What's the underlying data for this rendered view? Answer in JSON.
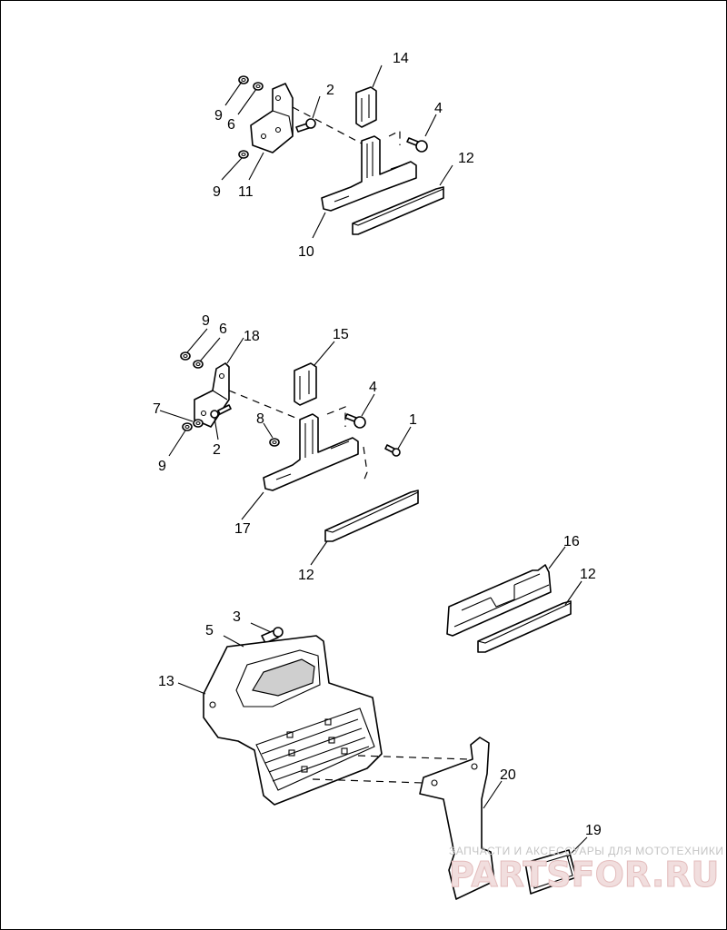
{
  "diagram": {
    "callouts": {
      "c1": "1",
      "c2a": "2",
      "c2b": "2",
      "c3": "3",
      "c4a": "4",
      "c4b": "4",
      "c5": "5",
      "c6a": "6",
      "c6b": "6",
      "c7": "7",
      "c8": "8",
      "c9a": "9",
      "c9b": "9",
      "c9c": "9",
      "c9d": "9",
      "c10": "10",
      "c11": "11",
      "c12a": "12",
      "c12b": "12",
      "c12c": "12",
      "c13": "13",
      "c14": "14",
      "c15": "15",
      "c16": "16",
      "c17": "17",
      "c18": "18",
      "c19": "19",
      "c20": "20"
    }
  },
  "watermark": {
    "caption": "ЗАПЧАСТИ И АКСЕССУАРЫ ДЛЯ МОТОТЕХНИКИ",
    "brand": "PARTSFOR.RU"
  },
  "colors": {
    "line": "#000000",
    "background": "#ffffff",
    "watermark": "#e3bcbc"
  }
}
